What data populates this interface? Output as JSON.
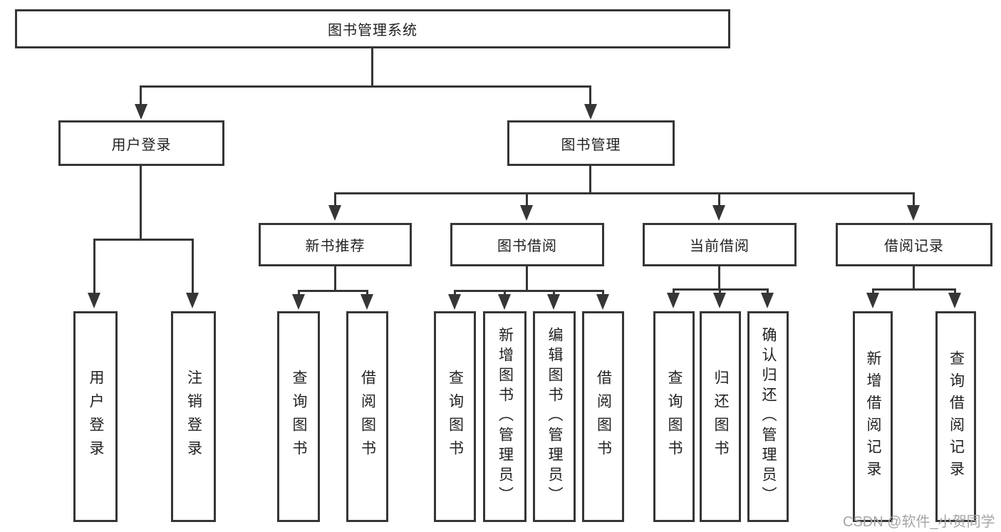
{
  "root": {
    "label": "图书管理系统"
  },
  "level2": {
    "user_login": {
      "label": "用户登录"
    },
    "book_mgmt": {
      "label": "图书管理"
    }
  },
  "level3": {
    "new_books": {
      "label": "新书推荐"
    },
    "book_borrow": {
      "label": "图书借阅"
    },
    "current_borrow": {
      "label": "当前借阅"
    },
    "borrow_records": {
      "label": "借阅记录"
    }
  },
  "leaves": {
    "user_login": [
      {
        "label": "用户登录"
      },
      {
        "label": "注销登录"
      }
    ],
    "new_books": [
      {
        "label": "查询图书"
      },
      {
        "label": "借阅图书"
      }
    ],
    "book_borrow": [
      {
        "label": "查询图书"
      },
      {
        "label": "新增图书（管理员）"
      },
      {
        "label": "编辑图书（管理员）"
      },
      {
        "label": "借阅图书"
      }
    ],
    "current_borrow": [
      {
        "label": "查询图书"
      },
      {
        "label": "归还图书"
      },
      {
        "label": "确认归还（管理员）"
      }
    ],
    "borrow_records": [
      {
        "label": "新增借阅记录"
      },
      {
        "label": "查询借阅记录"
      }
    ]
  },
  "watermark": "CSDN @软件_小贺同学",
  "colors": {
    "line": "#363636",
    "text": "#222222",
    "watermark": "#a6a6a6",
    "background": "#ffffff"
  }
}
